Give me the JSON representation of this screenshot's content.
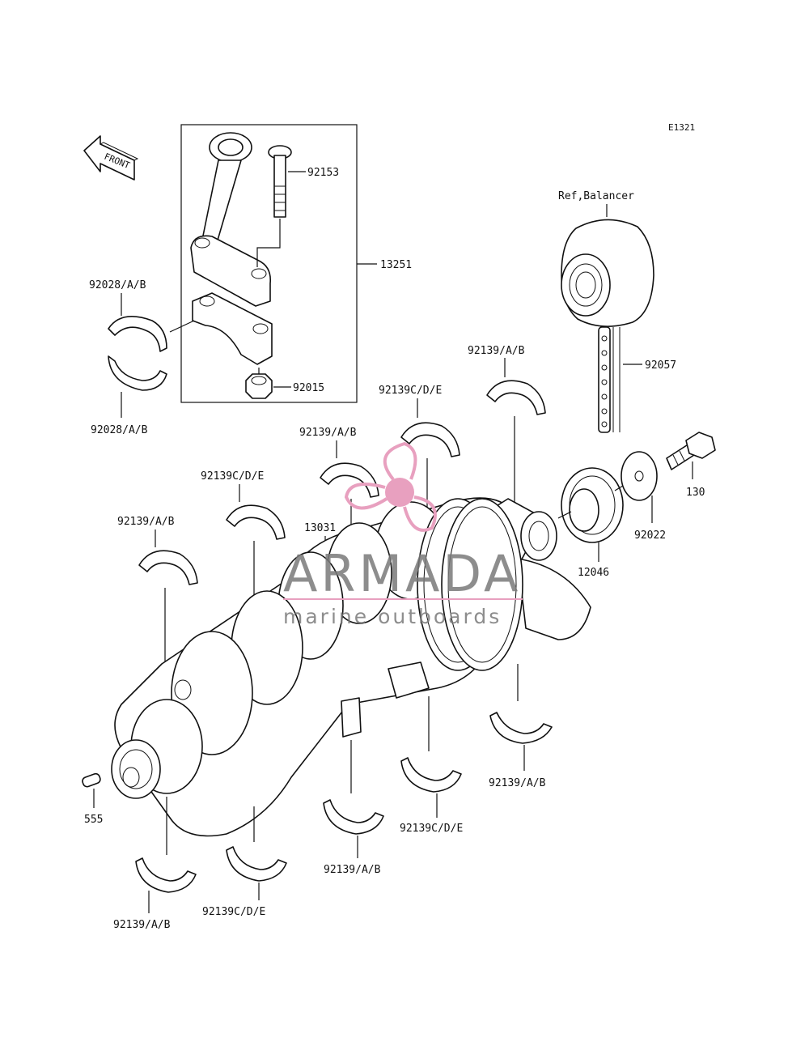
{
  "diagram_code": "E1321",
  "front_label": "FRONT",
  "ref_label": "Ref,Balancer",
  "parts": {
    "p92153": "92153",
    "p13251": "13251",
    "p92028_upper": "92028/A/B",
    "p92028_lower": "92028/A/B",
    "p92015": "92015",
    "p92057": "92057",
    "p92139_top_right": "92139/A/B",
    "p92139c_top": "92139C/D/E",
    "p92139_upper_mid": "92139/A/B",
    "p92139c_left": "92139C/D/E",
    "p92139_left": "92139/A/B",
    "p13031": "13031",
    "p130": "130",
    "p92022": "92022",
    "p12046": "12046",
    "p555": "555",
    "p92139_lower_right": "92139/A/B",
    "p92139c_lower_mid": "92139C/D/E",
    "p92139_lower_mid": "92139/A/B",
    "p92139c_lower_left": "92139C/D/E",
    "p92139_lower_left": "92139/A/B"
  },
  "watermark": {
    "brand": "ARMADA",
    "tagline": "marine outboards",
    "accent_color": "#e8a0bf"
  }
}
